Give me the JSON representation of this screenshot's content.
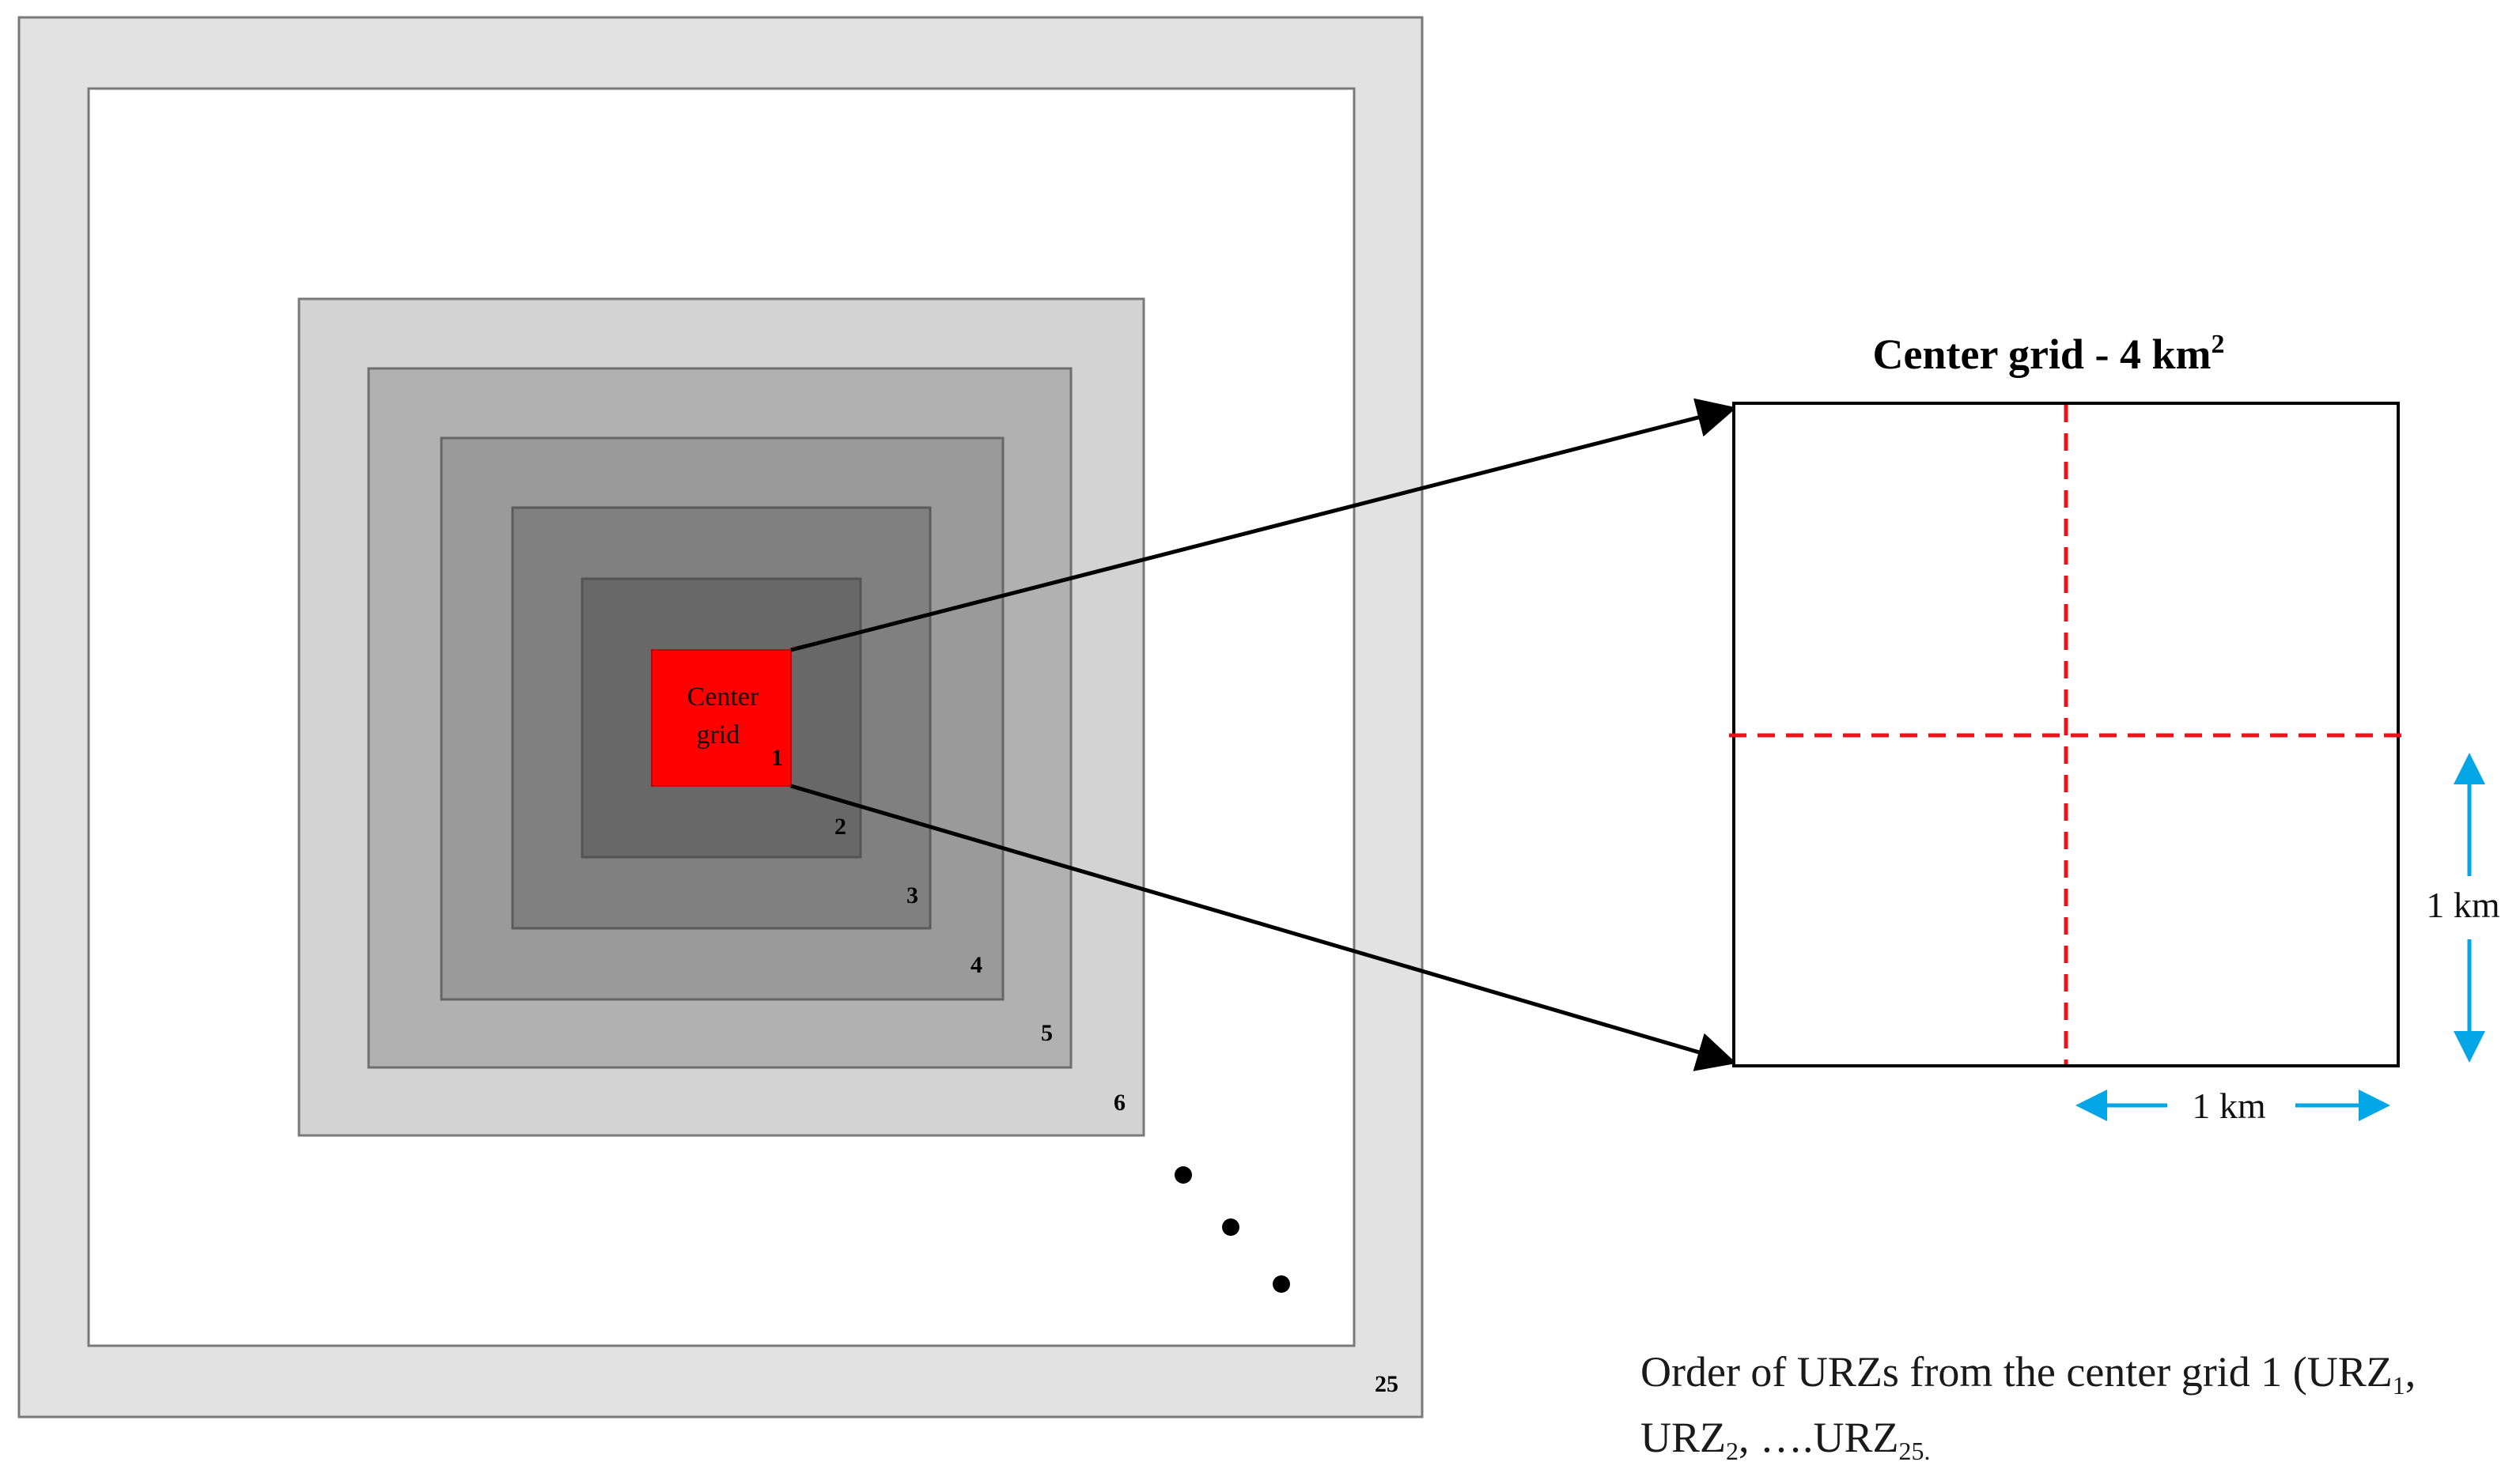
{
  "zones": {
    "center_label_line1": "Center",
    "center_label_line2": "grid",
    "label_1": "1",
    "label_2": "2",
    "label_3": "3",
    "label_4": "4",
    "label_5": "5",
    "label_6": "6",
    "label_25": "25"
  },
  "detail": {
    "title": "Center grid - 4 km",
    "title_superscript": "2",
    "vertical_scale": "1 km",
    "horizontal_scale": "1 km"
  },
  "caption": {
    "text_part1": "Order of URZs  from the center grid 1 (URZ",
    "sub1": "1",
    "text_part2": ",",
    "text_part3": "URZ",
    "sub2": "2",
    "text_part4": ", ….URZ",
    "sub3": "25."
  },
  "colors": {
    "center_red": "#ff0000",
    "scale_arrow": "#00a6e6",
    "dashed_red": "#e8141a"
  }
}
